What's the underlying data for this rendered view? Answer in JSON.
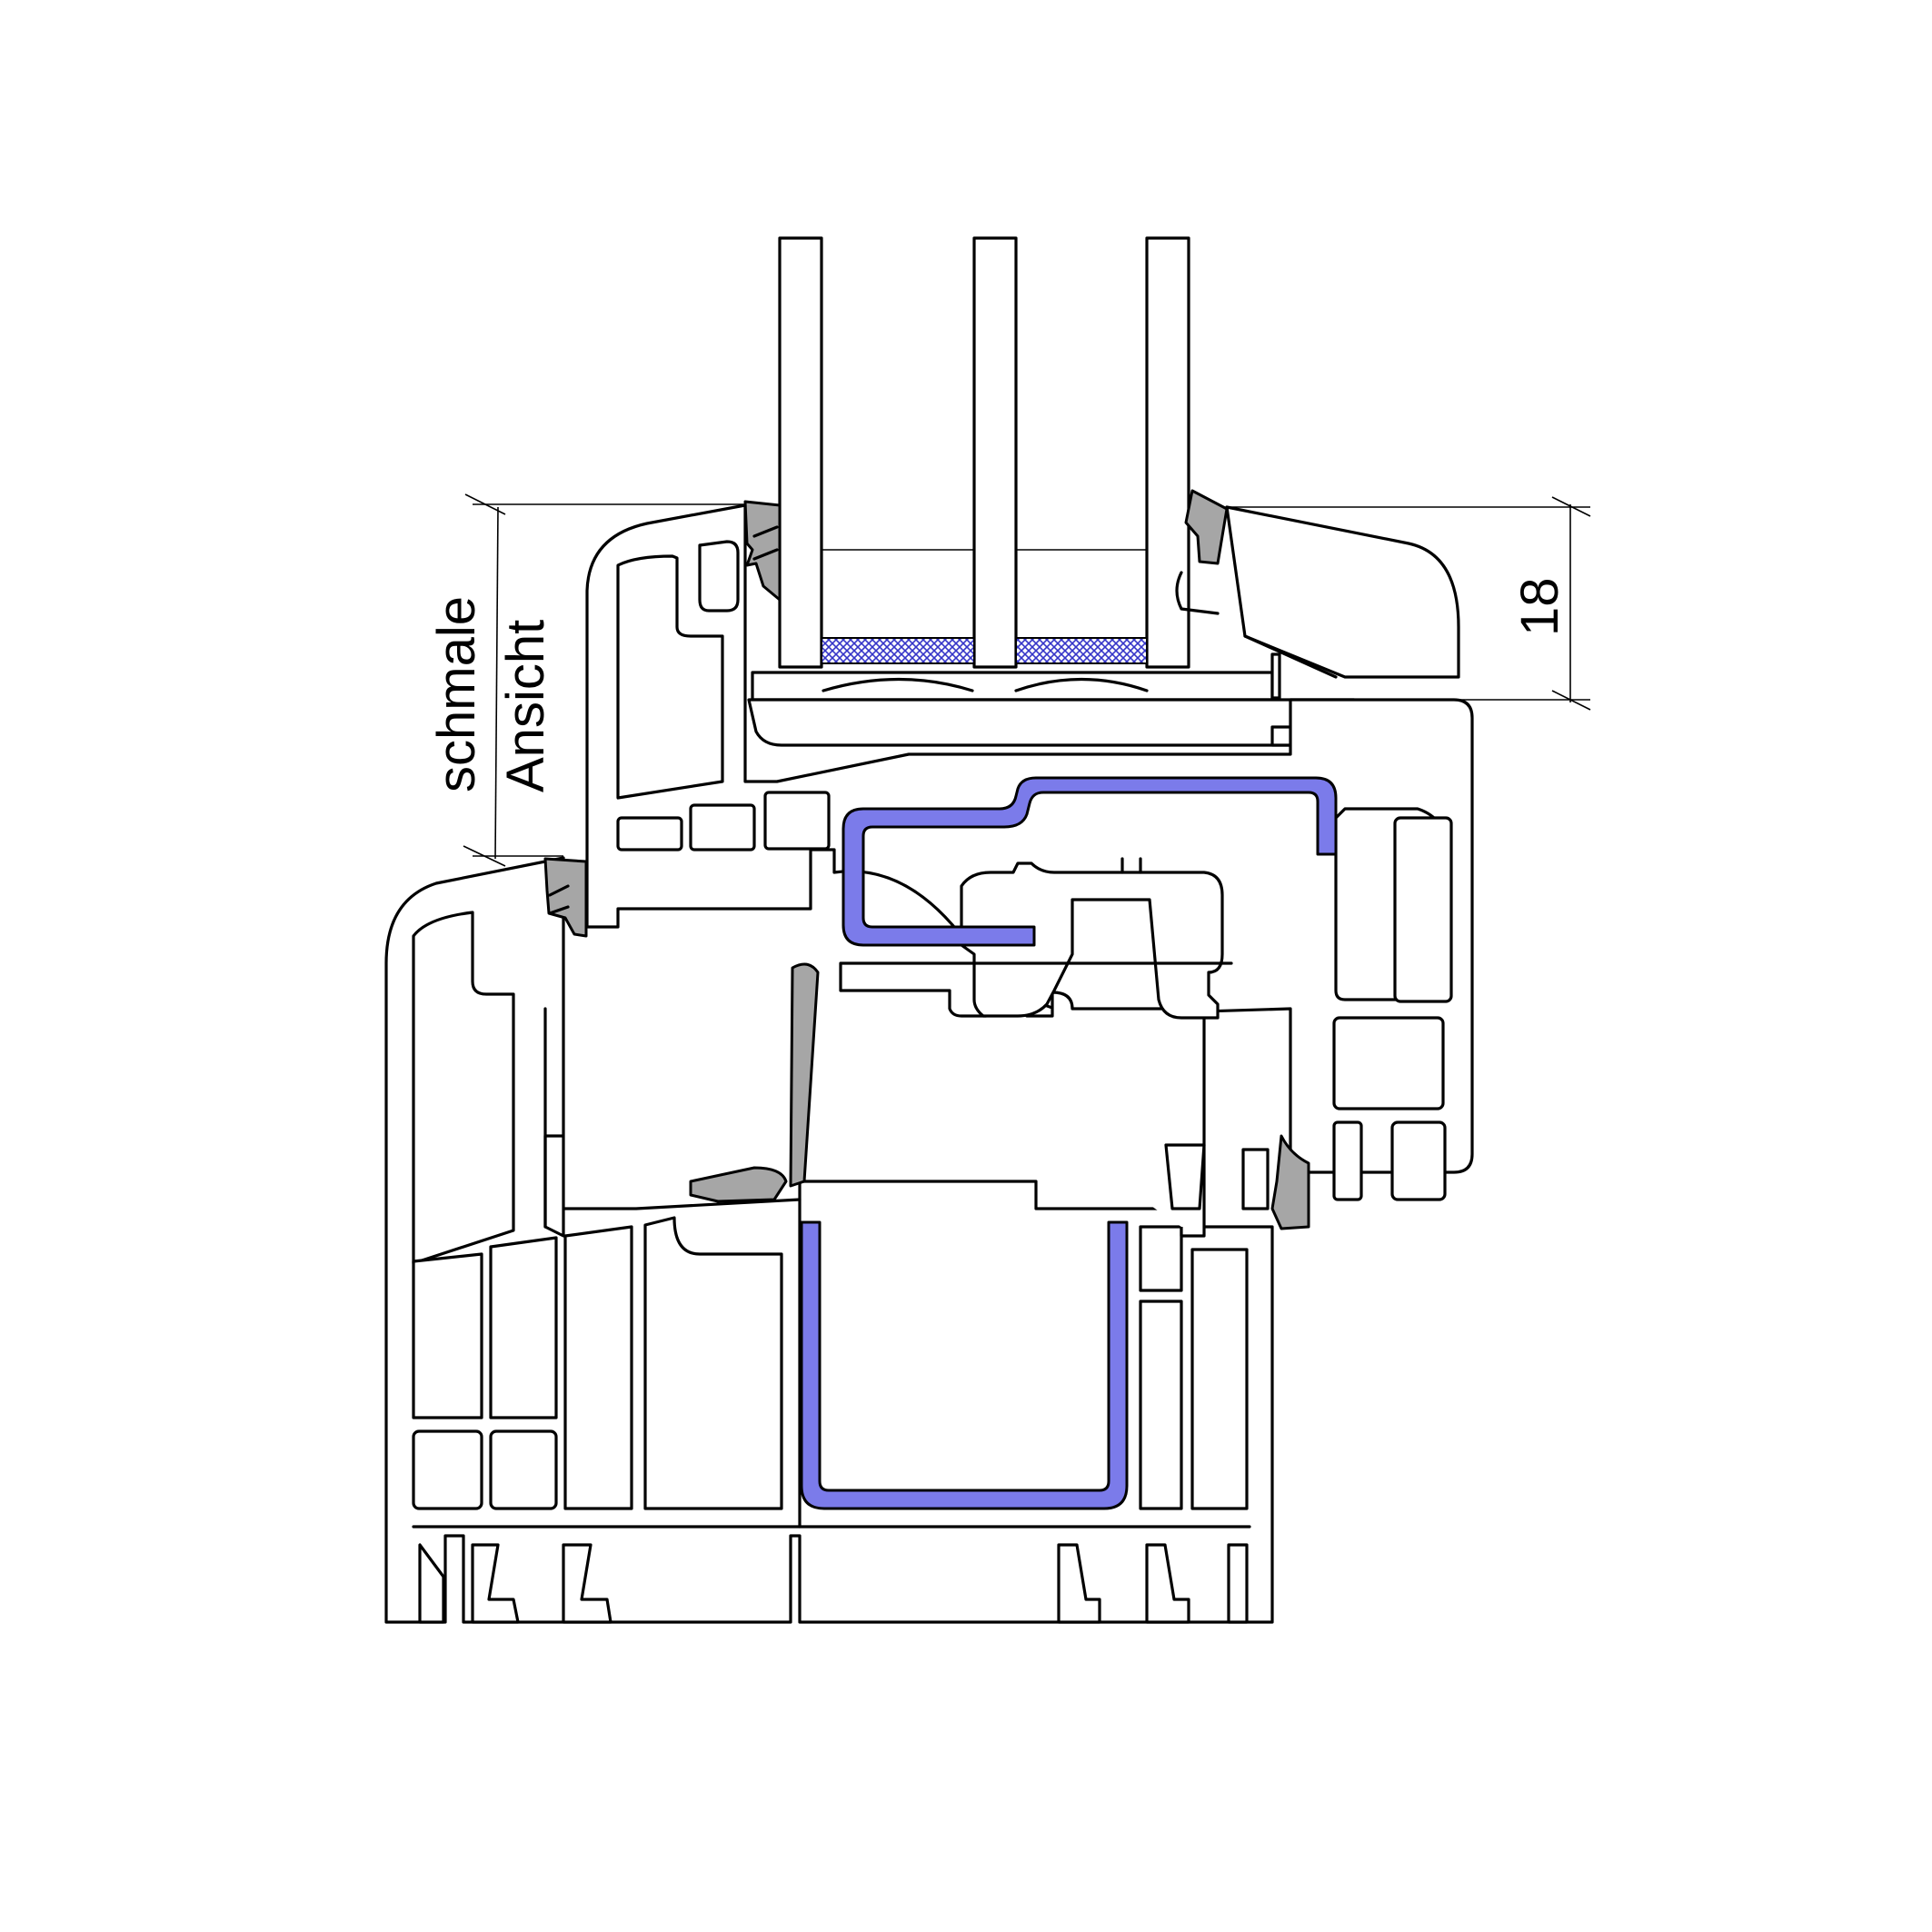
{
  "labels": {
    "left_line1": "schmale",
    "left_line2": "Ansicht",
    "right_dimension": "18"
  },
  "colors": {
    "steel_reinforcement": "#7b7bea",
    "gasket": "#a6a6a6",
    "spacer_hatch": "#3535c8",
    "outline": "#000000",
    "background": "#ffffff"
  }
}
